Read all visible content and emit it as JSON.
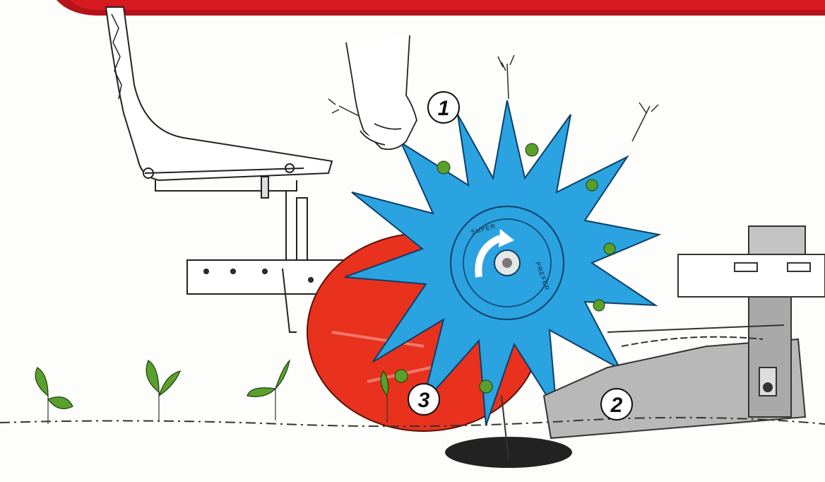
{
  "frame": {
    "accent_color": "#d71920"
  },
  "wheel": {
    "color": "#2aa3e0",
    "drum_color": "#e8321e",
    "brand_top": "SUPER",
    "brand_side": "PREFER"
  },
  "callouts": [
    {
      "label": "1"
    },
    {
      "label": "2"
    },
    {
      "label": "3"
    }
  ],
  "colors": {
    "plant": "#5aa02c",
    "metal": "#b8b8b8",
    "soil": "#222222"
  }
}
